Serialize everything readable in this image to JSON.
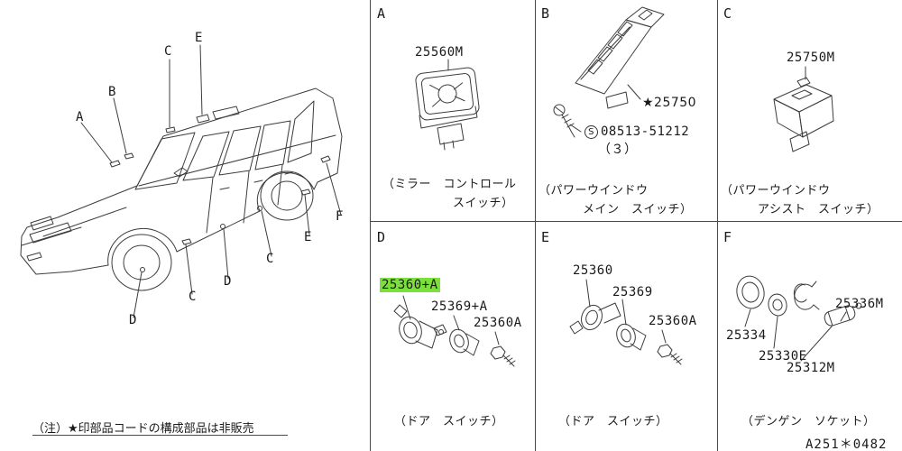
{
  "colors": {
    "highlight": "#7ce03c",
    "line": "#3c3c3c",
    "text": "#1a1a1a"
  },
  "car": {
    "labels": [
      {
        "text": "A"
      },
      {
        "text": "B"
      },
      {
        "text": "C"
      },
      {
        "text": "E"
      },
      {
        "text": "F"
      },
      {
        "text": "E"
      },
      {
        "text": "C"
      },
      {
        "text": "D"
      },
      {
        "text": "C"
      },
      {
        "text": "D"
      }
    ]
  },
  "footer": {
    "note": "（注）★印部品コードの構成部品は非販売",
    "doc_ref": "A251＊0482"
  },
  "panels": {
    "a": {
      "letter": "A",
      "part_number": "25560M",
      "caption_line1": "（ミラー　コントロール",
      "caption_line2": "スイッチ）"
    },
    "b": {
      "letter": "B",
      "part_number_star": "★25750",
      "screw_symbol": "S",
      "screw_part_number": "08513-51212",
      "screw_qty": "（３）",
      "caption_line1": "（パワーウインドウ",
      "caption_line2": "メイン　スイッチ）"
    },
    "c": {
      "letter": "C",
      "part_number": "25750M",
      "caption_line1": "（パワーウインドウ",
      "caption_line2": "アシスト　スイッチ）"
    },
    "d": {
      "letter": "D",
      "part_number_main": "25360+A",
      "part_number_2": "25369+A",
      "part_number_3": "25360A",
      "caption_line1": "（ドア　スイッチ）"
    },
    "e": {
      "letter": "E",
      "part_number_1": "25360",
      "part_number_2": "25369",
      "part_number_3": "25360A",
      "caption_line1": "（ドア　スイッチ）"
    },
    "f": {
      "letter": "F",
      "part_number_1": "25336M",
      "part_number_2": "25334",
      "part_number_3": "25330E",
      "part_number_4": "25312M",
      "caption_line1": "（デンゲン　ソケット）"
    }
  }
}
